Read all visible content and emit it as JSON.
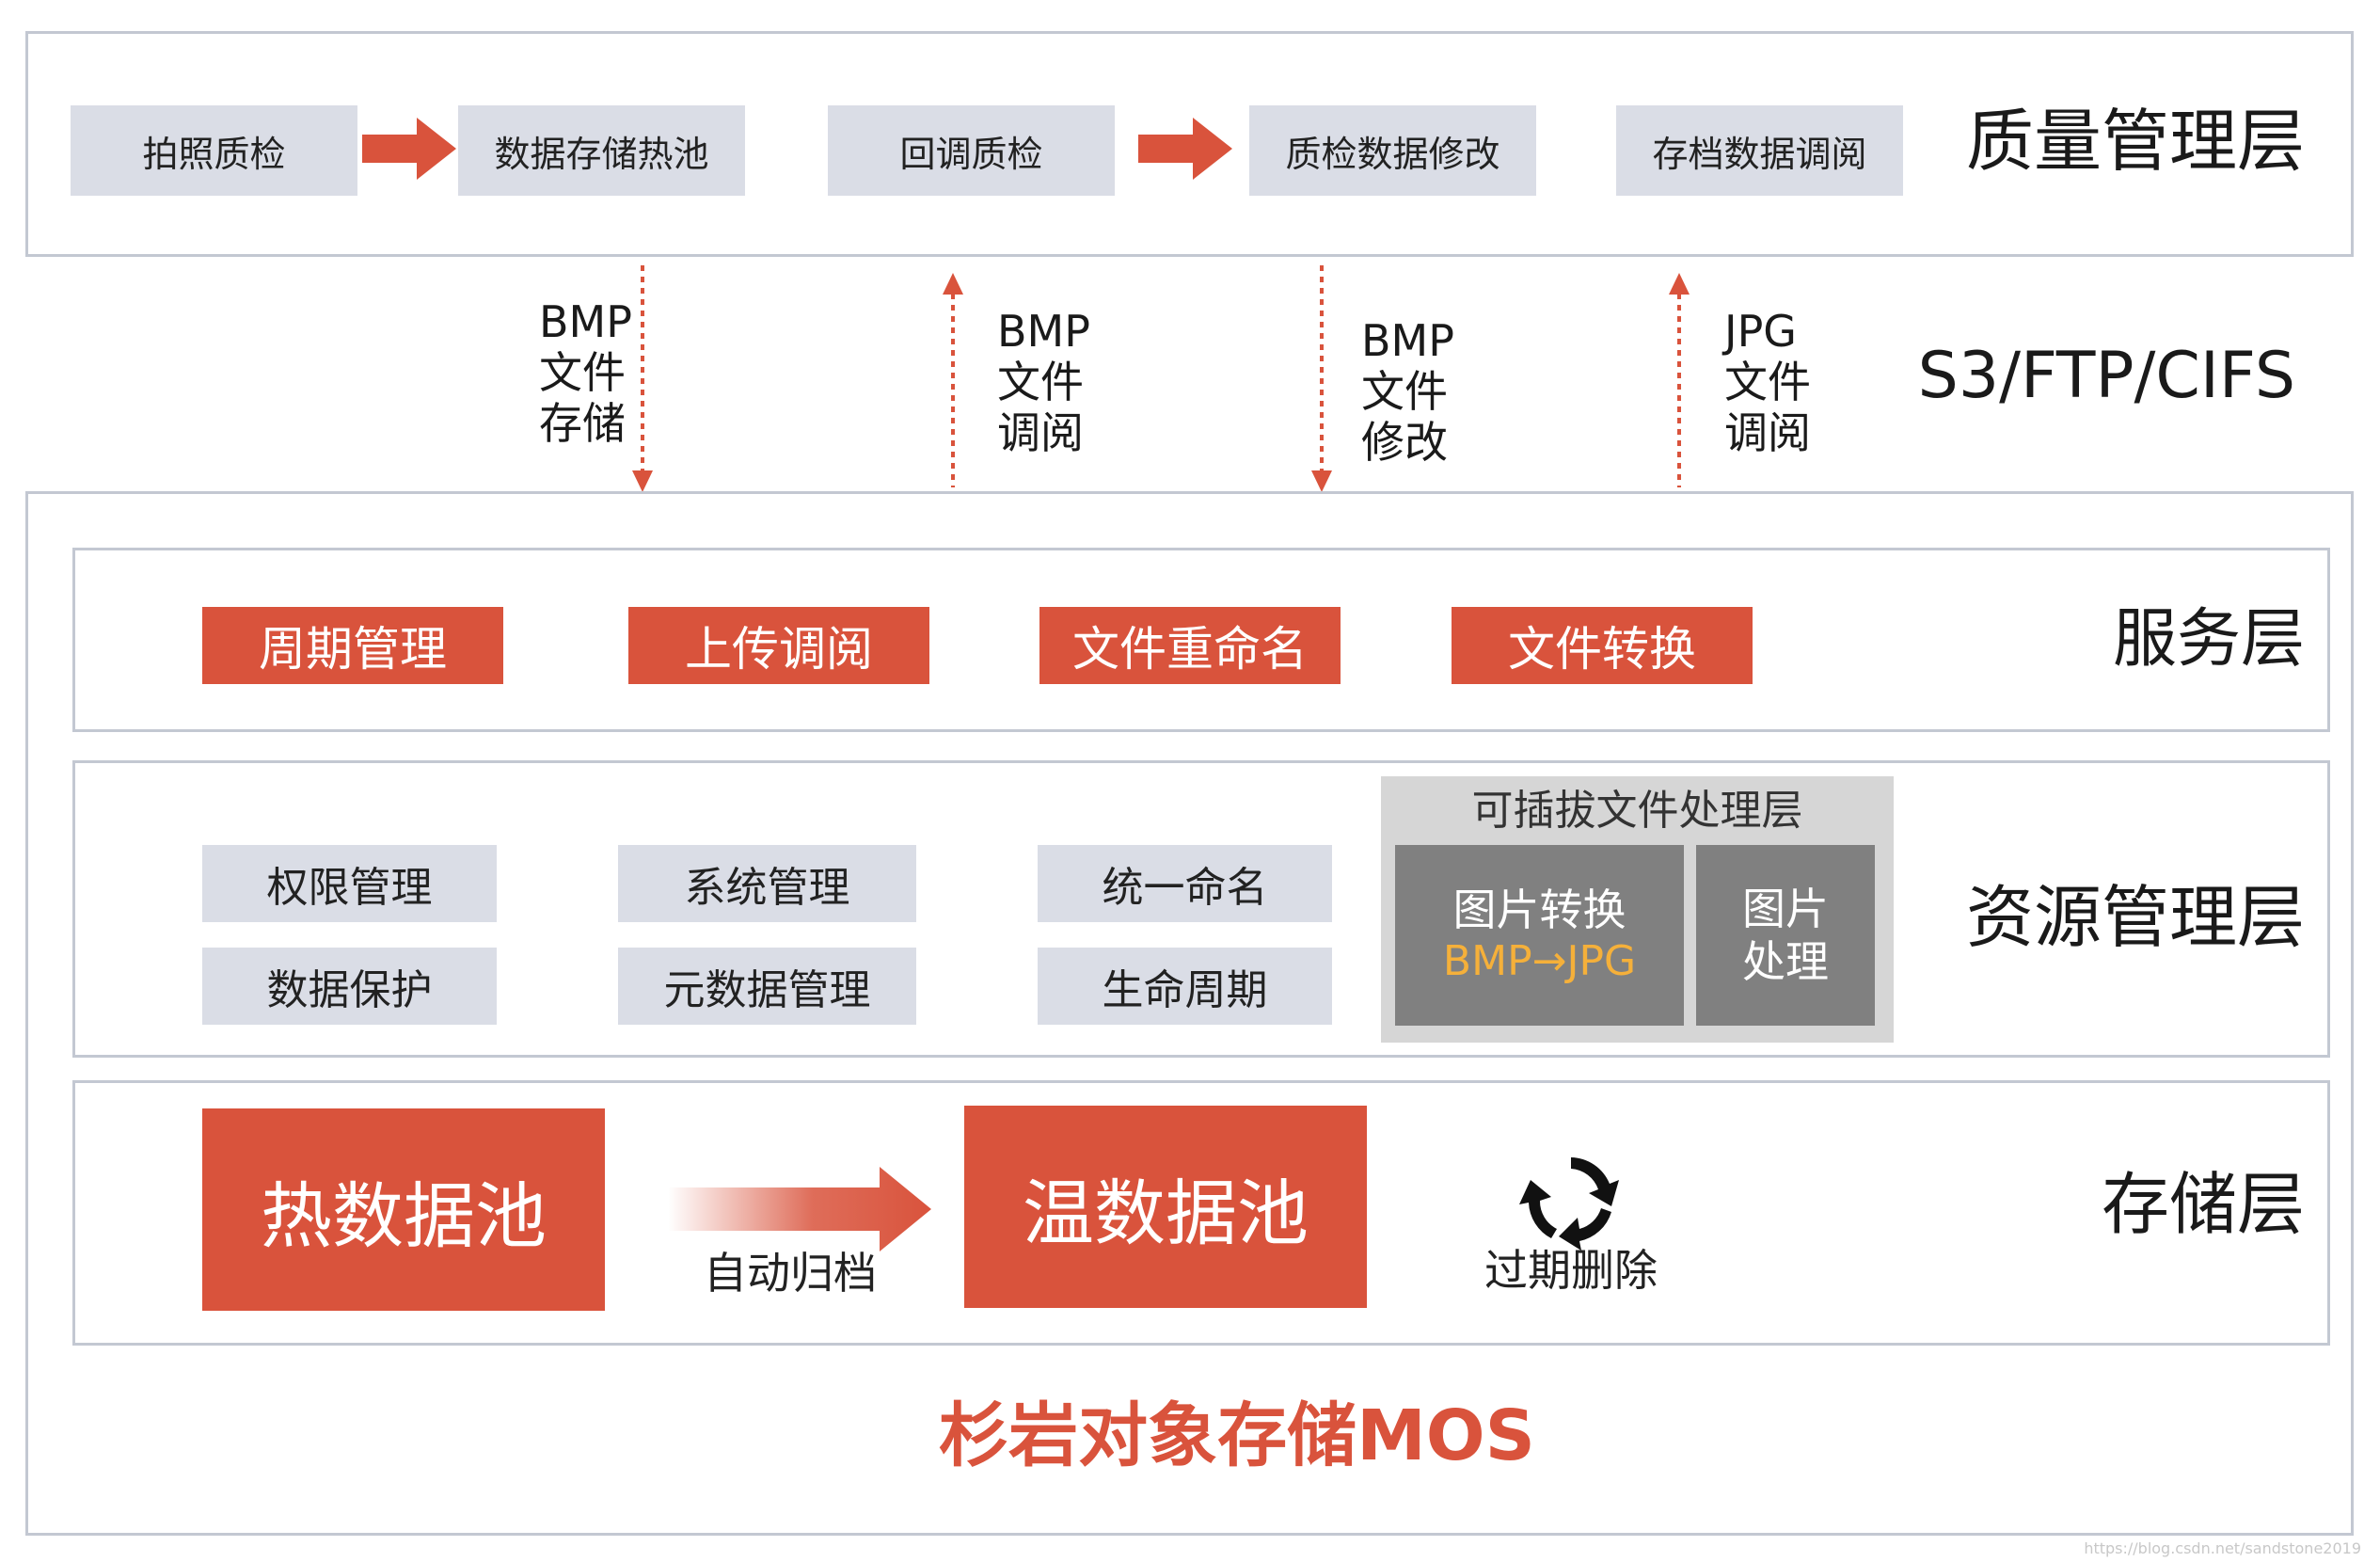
{
  "quality_layer": {
    "title": "质量管理层",
    "steps": [
      "拍照质检",
      "数据存储热池",
      "回调质检",
      "质检数据修改",
      "存档数据调阅"
    ]
  },
  "protocol_layer": {
    "title": "S3/FTP/CIFS",
    "transfers": [
      {
        "label": "BMP\n文件\n存储",
        "direction": "down"
      },
      {
        "label": "BMP\n文件\n调阅",
        "direction": "up"
      },
      {
        "label": "BMP\n文件\n修改",
        "direction": "down"
      },
      {
        "label": "JPG\n文件\n调阅",
        "direction": "up"
      }
    ]
  },
  "service_layer": {
    "title": "服务层",
    "items": [
      "周期管理",
      "上传调阅",
      "文件重命名",
      "文件转换"
    ]
  },
  "resource_layer": {
    "title": "资源管理层",
    "items": [
      "权限管理",
      "系统管理",
      "统一命名",
      "数据保护",
      "元数据管理",
      "生命周期"
    ],
    "plugin": {
      "title": "可插拔文件处理层",
      "convert_label": "图片转换",
      "convert_detail": "BMP→JPG",
      "process_label": "图片\n处理"
    }
  },
  "storage_layer": {
    "title": "存储层",
    "hot_pool": "热数据池",
    "archive_label": "自动归档",
    "warm_pool": "温数据池",
    "expire_label": "过期删除"
  },
  "product_name": "杉岩对象存储MOS",
  "watermark": "https://blog.csdn.net/sandstone2019",
  "colors": {
    "accent": "#d9533c",
    "gray_box": "#dadde6",
    "plugin_bg": "#d6d6d6",
    "plugin_box": "#808080",
    "highlight": "#f5b03a"
  }
}
